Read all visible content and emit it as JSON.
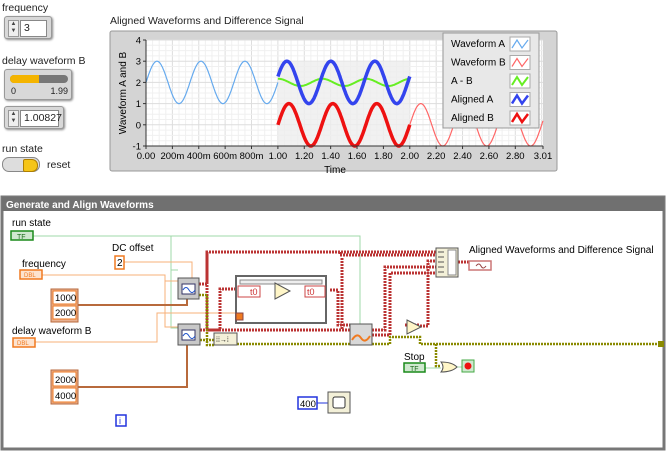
{
  "front_panel": {
    "frequency": {
      "label": "frequency",
      "value": "3"
    },
    "delay_waveform_b": {
      "label": "delay waveform B",
      "slider_min": "0",
      "slider_max": "1.99",
      "slider_fraction": 0.507,
      "value": "1.00827"
    },
    "run_state": {
      "label": "run state",
      "button_text": "reset"
    }
  },
  "chart_data": {
    "type": "line",
    "title": "Aligned Waveforms and Difference Signal",
    "xlabel": "Time",
    "ylabel": "Waveform A and B",
    "xlim": [
      0,
      3.01
    ],
    "ylim": [
      -1,
      4
    ],
    "x_ticks": [
      "0.00",
      "200m",
      "400m",
      "600m",
      "800m",
      "1.00",
      "1.20",
      "1.40",
      "1.60",
      "1.80",
      "2.00",
      "2.20",
      "2.40",
      "2.60",
      "2.80",
      "3.01"
    ],
    "x_tick_values": [
      0,
      0.2,
      0.4,
      0.6,
      0.8,
      1.0,
      1.2,
      1.4,
      1.6,
      1.8,
      2.0,
      2.2,
      2.4,
      2.6,
      2.8,
      3.01
    ],
    "y_ticks": [
      "4",
      "3",
      "2",
      "1",
      "0",
      "-1"
    ],
    "y_tick_values": [
      4,
      3,
      2,
      1,
      0,
      -1
    ],
    "grid": true,
    "legend_position": "top-right",
    "shaded_region": {
      "x": [
        1.0,
        2.0
      ],
      "y": [
        -1,
        3
      ]
    },
    "series": [
      {
        "name": "Waveform A",
        "color": "#66aaee",
        "width": 1.2,
        "t_start": 0,
        "t_end": 1.0,
        "frequency": 3,
        "amplitude": 1,
        "offset": 2,
        "phase_ref": 0
      },
      {
        "name": "Waveform B",
        "color": "#ff6666",
        "width": 1.2,
        "t_start": 1.0,
        "t_end": 3.01,
        "frequency": 3,
        "amplitude": 1,
        "offset": 0,
        "phase_ref": 1.0
      },
      {
        "name": "A - B",
        "color": "#66ee22",
        "width": 2,
        "t_start": 1.0,
        "t_end": 2.0,
        "frequency": 3,
        "amplitude": 0.17,
        "offset": 2,
        "phase_ref": 0.92
      },
      {
        "name": "Aligned A",
        "color": "#3344ee",
        "width": 3.5,
        "t_start": 1.0,
        "t_end": 2.0,
        "frequency": 3,
        "amplitude": 1,
        "offset": 2,
        "phase_ref": 0.985
      },
      {
        "name": "Aligned B",
        "color": "#ee1111",
        "width": 3.5,
        "t_start": 1.0,
        "t_end": 2.0,
        "frequency": 3,
        "amplitude": 1,
        "offset": 0,
        "phase_ref": 1.0
      }
    ]
  },
  "block_diagram": {
    "title": "Generate and Align Waveforms",
    "run_state": "run state",
    "dc_offset_label": "DC offset",
    "dc_offset_value": "2",
    "frequency": "frequency",
    "delay_waveform_b": "delay waveform B",
    "array1": [
      "1000",
      "2000"
    ],
    "array2": [
      "2000",
      "4000"
    ],
    "tf": "TF",
    "dbl": "DBL",
    "t0": "t0",
    "graph_terminal": "Aligned Waveforms and Difference Signal",
    "stop": "Stop",
    "wait_ms": "400",
    "iteration": "i"
  }
}
